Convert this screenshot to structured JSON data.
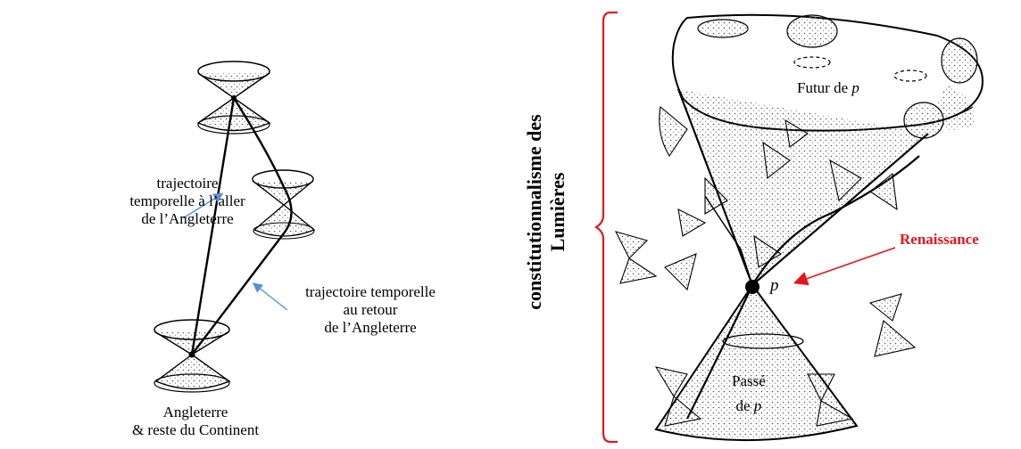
{
  "left_diagram": {
    "label_aller": [
      "trajectoire",
      "temporelle à l’aller",
      "de l’Angleterre"
    ],
    "label_retour": [
      "trajectoire temporelle",
      "au retour",
      "de l’Angleterre"
    ],
    "label_base": [
      "Angleterre",
      "& reste du Continent"
    ]
  },
  "right_diagram": {
    "vertical_title": [
      "constitutionnalisme des",
      "Lumières"
    ],
    "renaissance_label": "Renaissance",
    "futur_prefix": "Futur de ",
    "passe_line1": "Passé",
    "passe_line2_prefix": "de ",
    "point_label": "p"
  },
  "colors": {
    "arrow_blue": "#5b8ed3",
    "accent_red": "#e8141b",
    "brace_red": "#e8141b"
  }
}
